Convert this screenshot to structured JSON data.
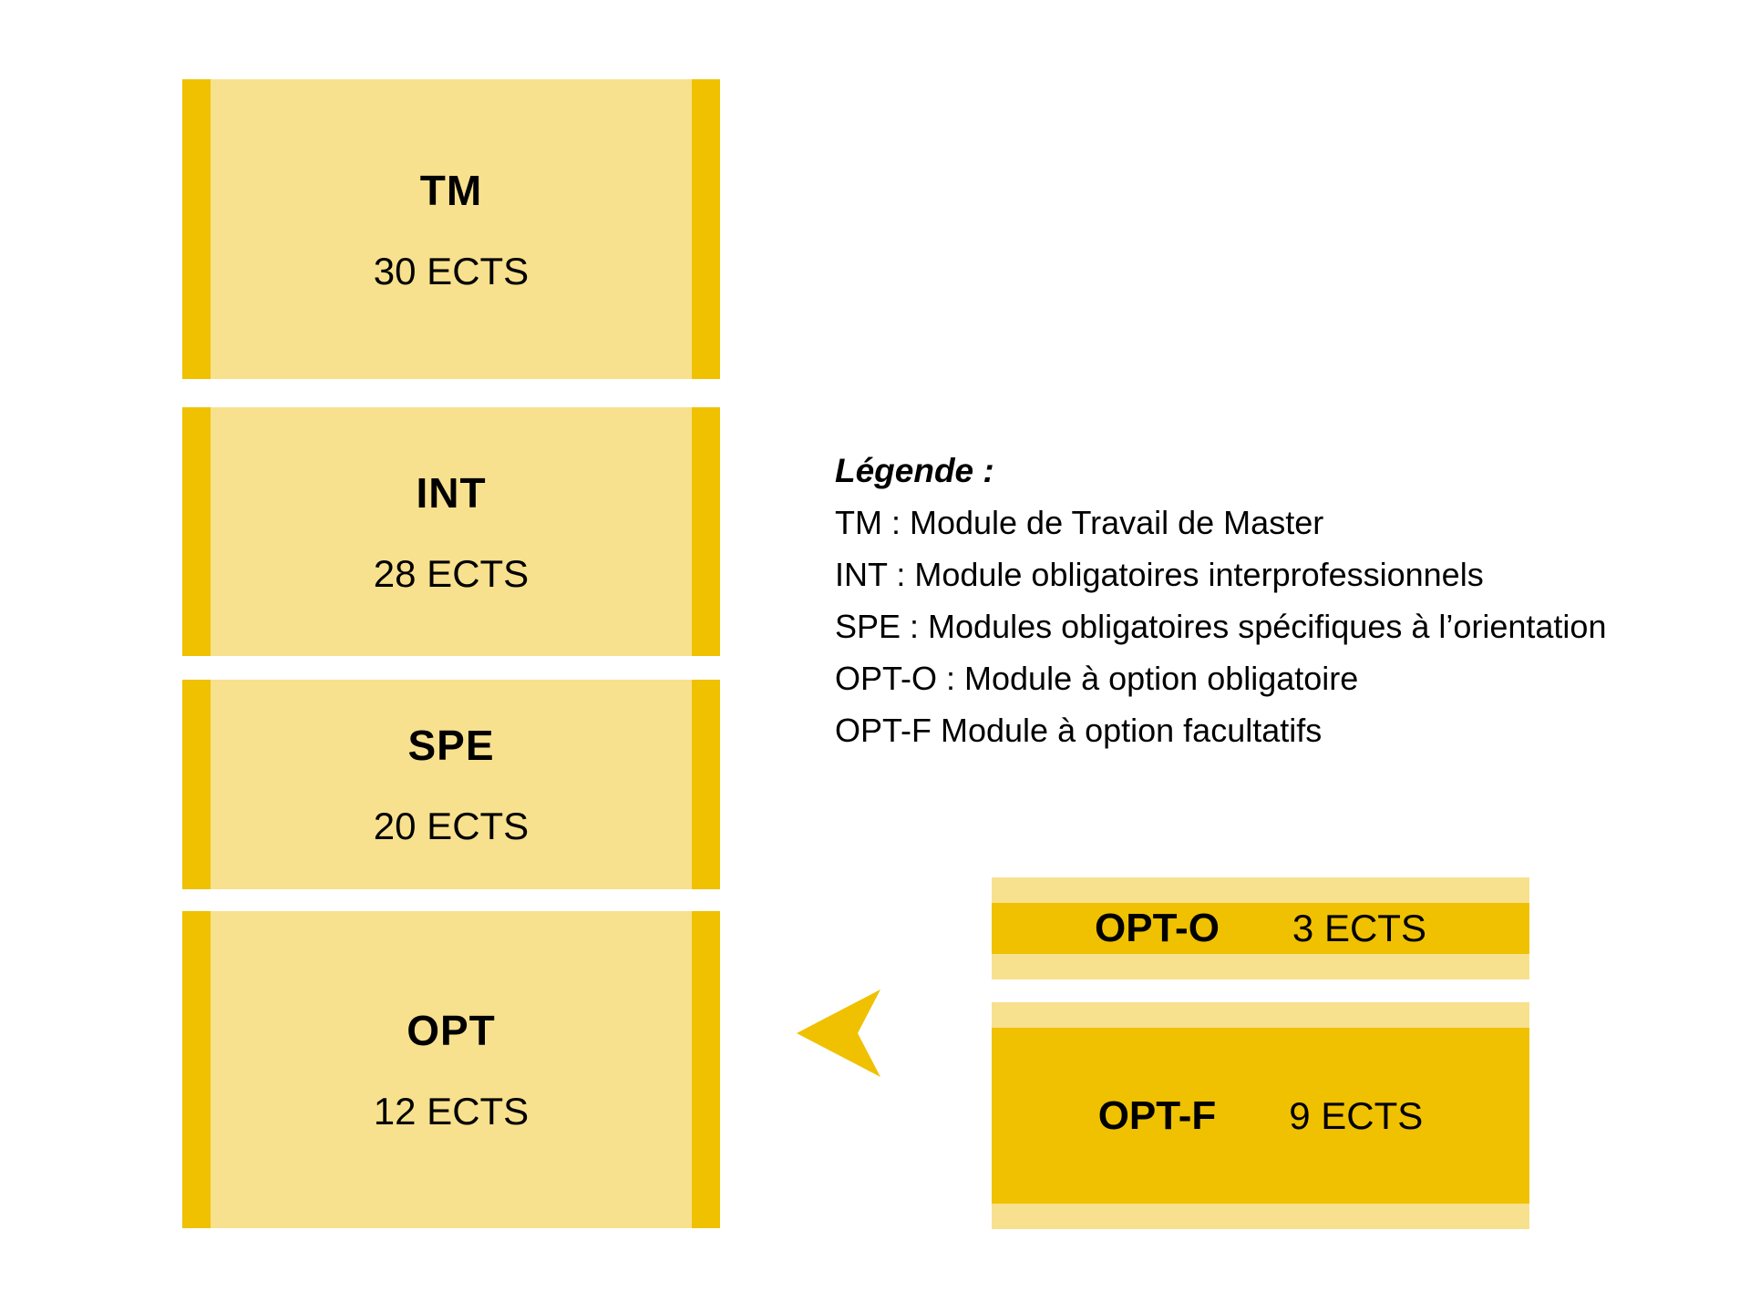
{
  "modules": [
    {
      "code": "TM",
      "ects": "30 ECTS"
    },
    {
      "code": "INT",
      "ects": "28 ECTS"
    },
    {
      "code": "SPE",
      "ects": "20 ECTS"
    },
    {
      "code": "OPT",
      "ects": "12 ECTS"
    }
  ],
  "legend": {
    "title": "Légende :",
    "items": [
      "TM : Module de Travail de Master",
      "INT : Module obligatoires interprofessionnels",
      "SPE : Modules obligatoires spécifiques à l’orientation",
      "OPT-O : Module à option obligatoire",
      "OPT-F Module à option facultatifs"
    ]
  },
  "options": [
    {
      "code": "OPT-O",
      "ects": "3 ECTS"
    },
    {
      "code": "OPT-F",
      "ects": "9 ECTS"
    }
  ],
  "icons": {
    "arrow": "arrow-left-icon"
  },
  "colors": {
    "box_light": "#F8E18E",
    "box_gold": "#EFC100",
    "text": "#000000",
    "background": "#FFFFFF"
  }
}
